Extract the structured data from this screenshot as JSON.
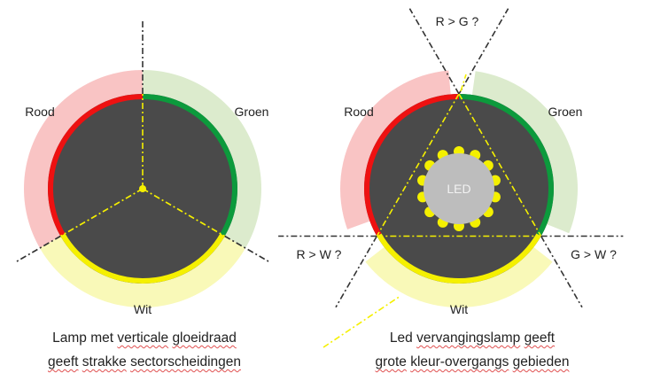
{
  "colors": {
    "dark": "#4a4a4a",
    "red": "#ee1111",
    "green": "#0c9a3c",
    "yellow": "#f5f000",
    "pale_red": "#f9c4c4",
    "pale_green": "#dcebcd",
    "pale_yellow": "#f9f9b8",
    "led": "#bdbdbd",
    "led_dot": "#f4f000"
  },
  "left": {
    "labels": {
      "red": "Rood",
      "green": "Groen",
      "white": "Wit"
    },
    "caption": [
      [
        {
          "w": "Lamp",
          "u": false
        },
        {
          "w": "met",
          "u": false
        },
        {
          "w": "verticale",
          "u": true
        },
        {
          "w": "gloeidraad",
          "u": true
        }
      ],
      [
        {
          "w": "geeft",
          "u": true
        },
        {
          "w": "strakke",
          "u": true
        },
        {
          "w": "sectorscheidingen",
          "u": true
        }
      ]
    ]
  },
  "right": {
    "labels": {
      "red": "Rood",
      "green": "Groen",
      "white": "Wit",
      "led": "LED",
      "rg": "R > G ?",
      "rw": "R > W ?",
      "gw": "G > W ?"
    },
    "caption": [
      [
        {
          "w": "Led",
          "u": false
        },
        {
          "w": "vervangingslamp",
          "u": true
        },
        {
          "w": "geeft",
          "u": true
        }
      ],
      [
        {
          "w": "grote",
          "u": true
        },
        {
          "w": "kleur-overgangs",
          "u": true
        },
        {
          "w": "gebieden",
          "u": true
        }
      ]
    ]
  }
}
